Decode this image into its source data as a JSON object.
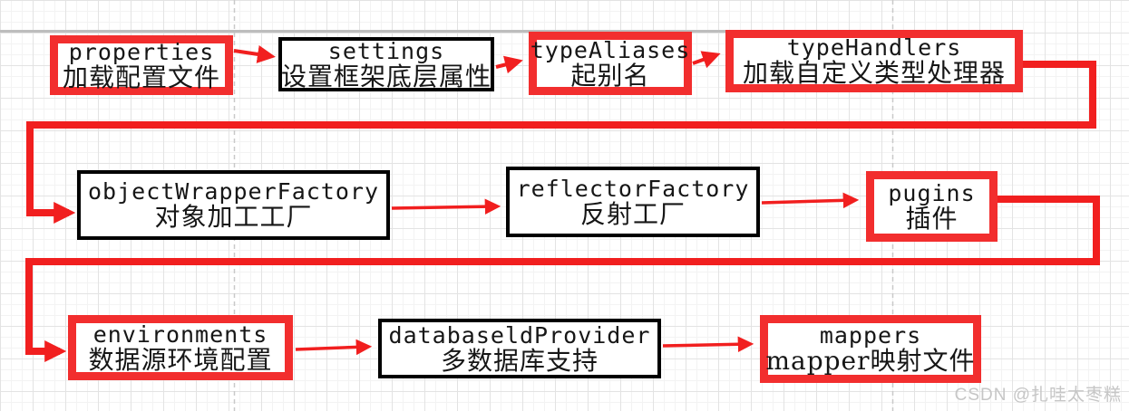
{
  "diagram": {
    "title_implied": "MyBatis core configuration flow",
    "nodes": [
      {
        "title": "properties",
        "subtitle": "加载配置文件",
        "style": "red"
      },
      {
        "title": "settings",
        "subtitle": "设置框架底层属性",
        "style": "black"
      },
      {
        "title": "typeAliases",
        "subtitle": "起别名",
        "style": "red"
      },
      {
        "title": "typeHandlers",
        "subtitle": "加载自定义类型处理器",
        "style": "red"
      },
      {
        "title": "objectWrapperFactory",
        "subtitle": "对象加工工厂",
        "style": "black"
      },
      {
        "title": "reflectorFactory",
        "subtitle": "反射工厂",
        "style": "black"
      },
      {
        "title": "pugins",
        "subtitle": "插件",
        "style": "red"
      },
      {
        "title": "environments",
        "subtitle": "数据源环境配置",
        "style": "red"
      },
      {
        "title": "databaseldProvider",
        "subtitle": "多数据库支持",
        "style": "black"
      },
      {
        "title": "mappers",
        "subtitle": "mapper映射文件",
        "style": "red"
      }
    ],
    "flow_order": [
      "properties",
      "settings",
      "typeAliases",
      "typeHandlers",
      "objectWrapperFactory",
      "reflectorFactory",
      "pugins",
      "environments",
      "databaseldProvider",
      "mappers"
    ],
    "colors": {
      "arrow_red": "#f11f1f",
      "node_border_red": "#f22e2e",
      "node_border_black": "#000000",
      "grid_gray": "#e3e3e3",
      "page_boundary_gray": "#c9c9c9",
      "watermark_gray": "#c6c6c6"
    }
  },
  "watermark": {
    "text": "CSDN @扎哇太枣糕"
  }
}
